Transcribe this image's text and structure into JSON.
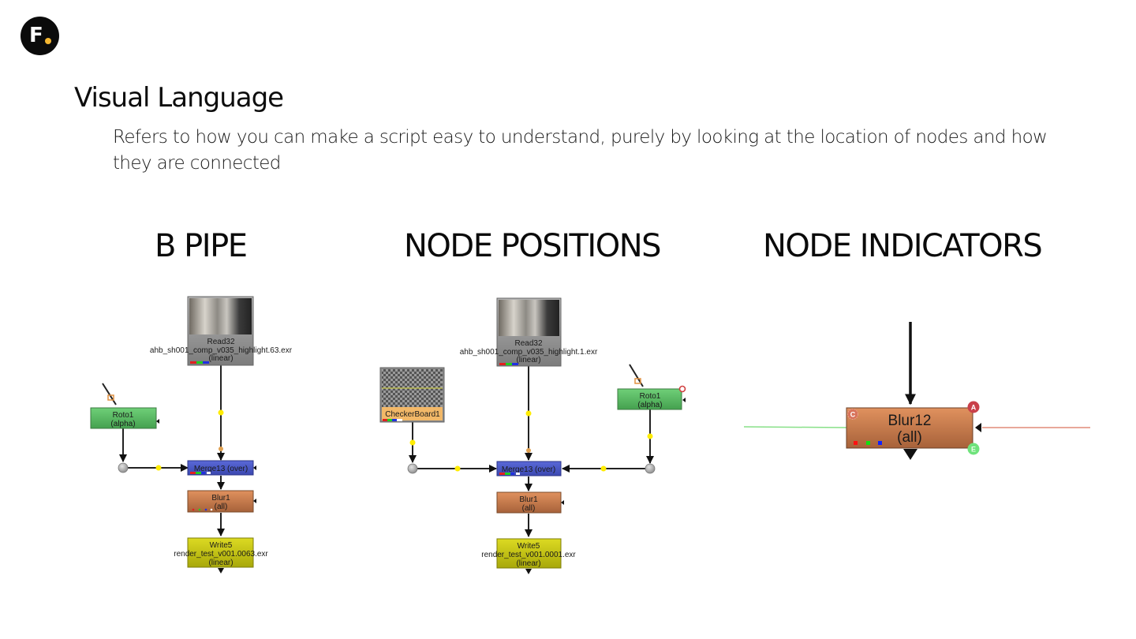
{
  "logo": {
    "letter": "F",
    "dot_color": "#f5b731",
    "bg_color": "#0b0b0b"
  },
  "header": {
    "title": "Visual Language",
    "subtitle": "Refers to how you can make a script easy to understand, purely by looking at the location of nodes and how they are connected"
  },
  "sections": [
    {
      "title": "B PIPE"
    },
    {
      "title": "NODE POSITIONS"
    },
    {
      "title": "NODE INDICATORS"
    }
  ],
  "colors": {
    "read_node": "#8e8e8e",
    "roto_node": "#5cb865",
    "merge_node": "#4a59c8",
    "blur_node": "#c97e50",
    "write_node": "#c7c613",
    "checkerboard_node": "#f2b868",
    "dot_node": "#a8a8a8",
    "elbow_dot": "#ffec00",
    "mask_line": "#80e080",
    "input_line": "#e08c78",
    "indicator_a": "#c9404a",
    "indicator_e": "#6fe37c",
    "indicator_c": "#d8735a"
  },
  "bpipe": {
    "read": {
      "name": "Read32",
      "file": "ahb_sh001_comp_v035_highlight.63.exr",
      "colorspace": "(linear)"
    },
    "roto": {
      "name": "Roto1",
      "channel": "(alpha)"
    },
    "merge": {
      "label": "Merge13 (over)"
    },
    "blur": {
      "name": "Blur1",
      "channel": "(all)"
    },
    "write": {
      "name": "Write5",
      "file": "render_test_v001.0063.exr",
      "colorspace": "(linear)"
    }
  },
  "positions": {
    "read": {
      "name": "Read32",
      "file": "ahb_sh001_comp_v035_highlight.1.exr",
      "colorspace": "(linear)"
    },
    "checker": {
      "name": "CheckerBoard1"
    },
    "roto": {
      "name": "Roto1",
      "channel": "(alpha)"
    },
    "merge": {
      "label": "Merge13 (over)"
    },
    "blur": {
      "name": "Blur1",
      "channel": "(all)"
    },
    "write": {
      "name": "Write5",
      "file": "render_test_v001.0001.exr",
      "colorspace": "(linear)"
    }
  },
  "indicators": {
    "node": {
      "name": "Blur12",
      "channel": "(all)"
    },
    "badge_a": "A",
    "badge_c": "C",
    "badge_e": "E"
  }
}
